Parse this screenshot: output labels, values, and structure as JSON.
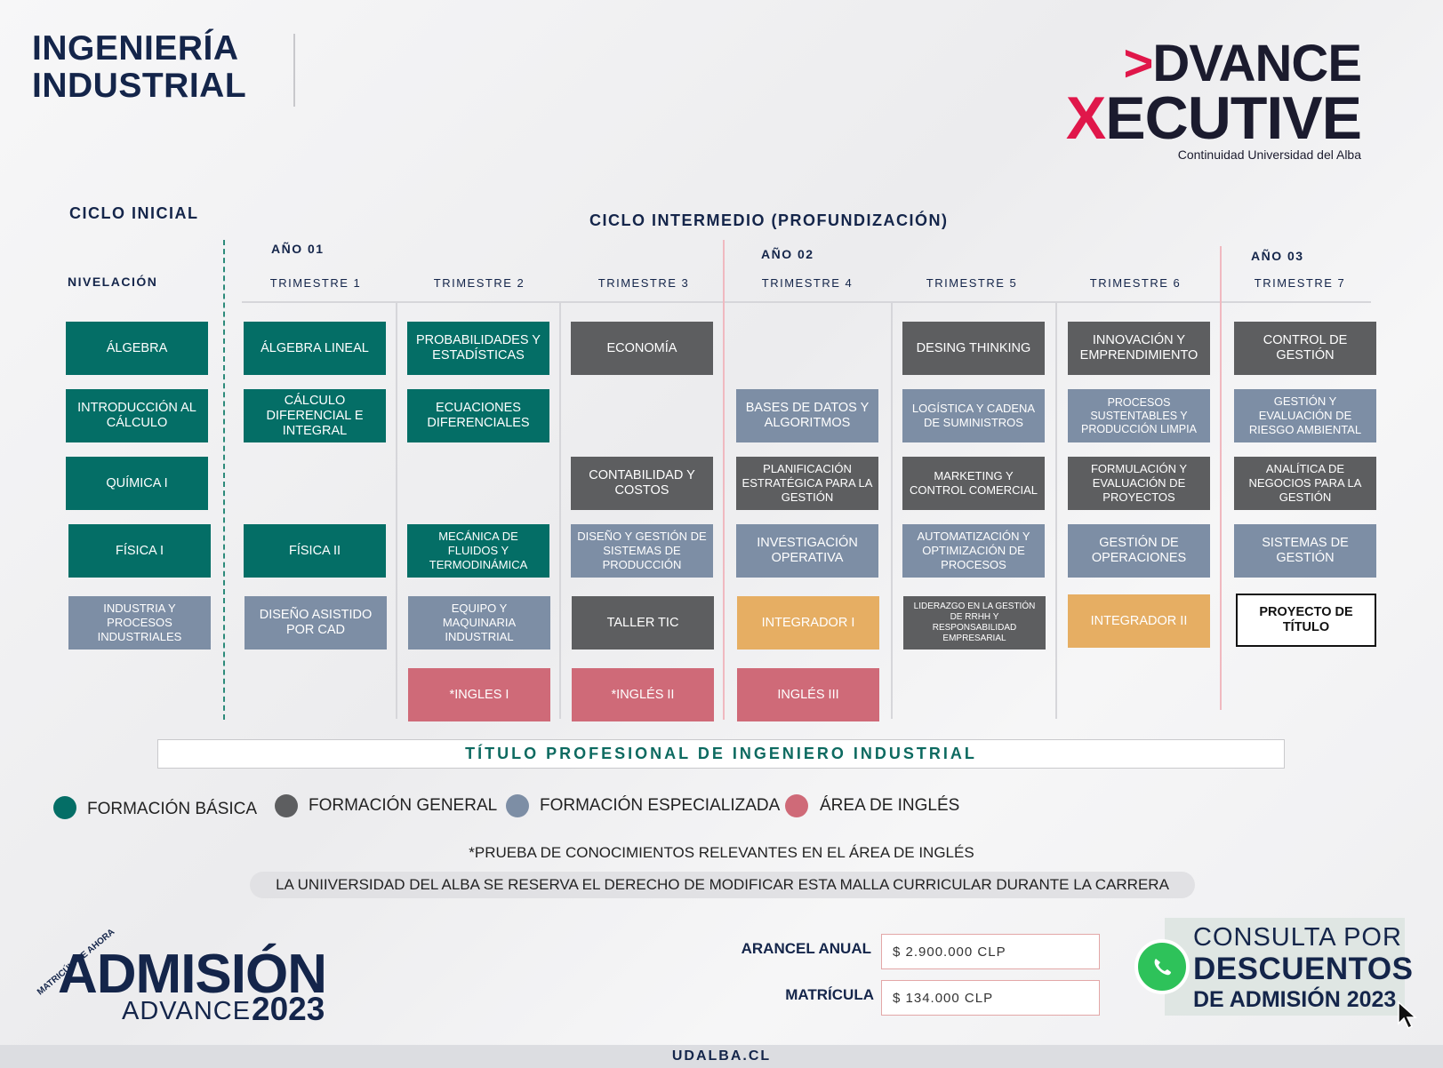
{
  "header": {
    "title_line1": "INGENIERÍA",
    "title_line2": "INDUSTRIAL",
    "logo_line1_mark": ">",
    "logo_line1_rest": "DVANCE",
    "logo_line2_mark": "X",
    "logo_line2_rest": "ECUTIVE",
    "logo_subtitle": "Continuidad Universidad del Alba"
  },
  "sections": {
    "ciclo_inicial": "CICLO INICIAL",
    "ciclo_intermedio": "CICLO INTERMEDIO (PROFUNDIZACIÓN)",
    "nivelacion": "NIVELACIÓN",
    "anio_01": "AÑO 01",
    "anio_02": "AÑO 02",
    "anio_03": "AÑO 03",
    "trimestres": [
      "TRIMESTRE 1",
      "TRIMESTRE 2",
      "TRIMESTRE 3",
      "TRIMESTRE 4",
      "TRIMESTRE 5",
      "TRIMESTRE 6",
      "TRIMESTRE 7"
    ]
  },
  "courses": {
    "nivelacion": [
      "ÁLGEBRA",
      "INTRODUCCIÓN AL CÁLCULO",
      "QUÍMICA I",
      "FÍSICA I",
      "INDUSTRIA Y PROCESOS INDUSTRIALES"
    ],
    "t1": [
      "ÁLGEBRA LINEAL",
      "CÁLCULO DIFERENCIAL E INTEGRAL",
      "FÍSICA II",
      "DISEÑO ASISTIDO POR CAD"
    ],
    "t2": [
      "PROBABILIDADES Y ESTADÍSTICAS",
      "ECUACIONES DIFERENCIALES",
      "MECÁNICA DE FLUIDOS Y TERMODINÁMICA",
      "EQUIPO Y MAQUINARIA INDUSTRIAL",
      "*INGLES I"
    ],
    "t3": [
      "ECONOMÍA",
      "CONTABILIDAD Y COSTOS",
      "DISEÑO Y GESTIÓN DE SISTEMAS DE PRODUCCIÓN",
      "TALLER TIC",
      "*INGLÉS II"
    ],
    "t4": [
      "BASES DE DATOS Y ALGORITMOS",
      "PLANIFICACIÓN ESTRATÉGICA PARA LA GESTIÓN",
      "INVESTIGACIÓN OPERATIVA",
      "INTEGRADOR I",
      "INGLÉS III"
    ],
    "t5": [
      "DESING THINKING",
      "LOGÍSTICA Y CADENA DE SUMINISTROS",
      "MARKETING Y CONTROL COMERCIAL",
      "AUTOMATIZACIÓN Y OPTIMIZACIÓN DE PROCESOS",
      "LIDERAZGO EN LA GESTIÓN DE RRHH Y RESPONSABILIDAD EMPRESARIAL"
    ],
    "t6": [
      "INNOVACIÓN Y EMPRENDIMIENTO",
      "PROCESOS SUSTENTABLES Y PRODUCCIÓN LIMPIA",
      "FORMULACIÓN Y EVALUACIÓN DE PROYECTOS",
      "GESTIÓN DE OPERACIONES",
      "INTEGRADOR II"
    ],
    "t7": [
      "CONTROL DE GESTIÓN",
      "GESTIÓN Y EVALUACIÓN DE RIESGO AMBIENTAL",
      "ANALÍTICA DE NEGOCIOS PARA LA GESTIÓN",
      "SISTEMAS DE GESTIÓN",
      "PROYECTO DE TÍTULO"
    ]
  },
  "titulo": "TÍTULO PROFESIONAL DE INGENIERO INDUSTRIAL",
  "legend": [
    {
      "label": "FORMACIÓN BÁSICA",
      "color": "#046e66"
    },
    {
      "label": "FORMACIÓN GENERAL",
      "color": "#5d5e60"
    },
    {
      "label": "FORMACIÓN ESPECIALIZADA",
      "color": "#7d8ea5"
    },
    {
      "label": "ÁREA DE INGLÉS",
      "color": "#cf6a78"
    }
  ],
  "notes": {
    "ingles": "*PRUEBA DE CONOCIMIENTOS RELEVANTES EN EL ÁREA DE INGLÉS",
    "derecho": "LA UNIIVERSIDAD DEL ALBA SE RESERVA EL DERECHO DE MODIFICAR ESTA MALLA CURRICULAR DURANTE LA CARRERA"
  },
  "admision": {
    "tag": "MATRICÚLATE AHORA",
    "big": "ADMISIÓN",
    "advance": "ADVANCE",
    "year": "2023"
  },
  "fees": {
    "arancel_label": "ARANCEL ANUAL",
    "arancel_value": "$   2.900.000 CLP",
    "matricula_label": "MATRÍCULA",
    "matricula_value": "$      134.000 CLP"
  },
  "promo": {
    "line1": "CONSULTA POR",
    "line2": "DESCUENTOS",
    "line3": "DE ADMISIÓN 2023"
  },
  "footer": "UDALBA.CL",
  "icons": {
    "whatsapp": "whatsapp-icon",
    "cursor": "cursor-icon"
  }
}
